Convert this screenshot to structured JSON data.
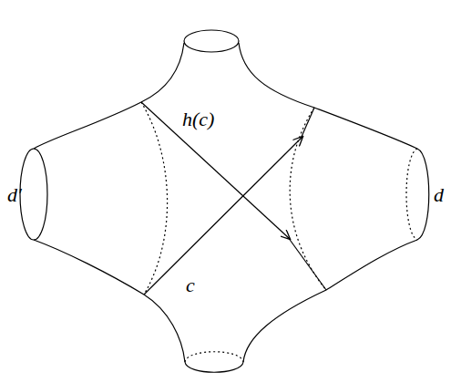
{
  "diagram": {
    "labels": [
      "h(c)",
      "c",
      "d′",
      "d"
    ]
  }
}
